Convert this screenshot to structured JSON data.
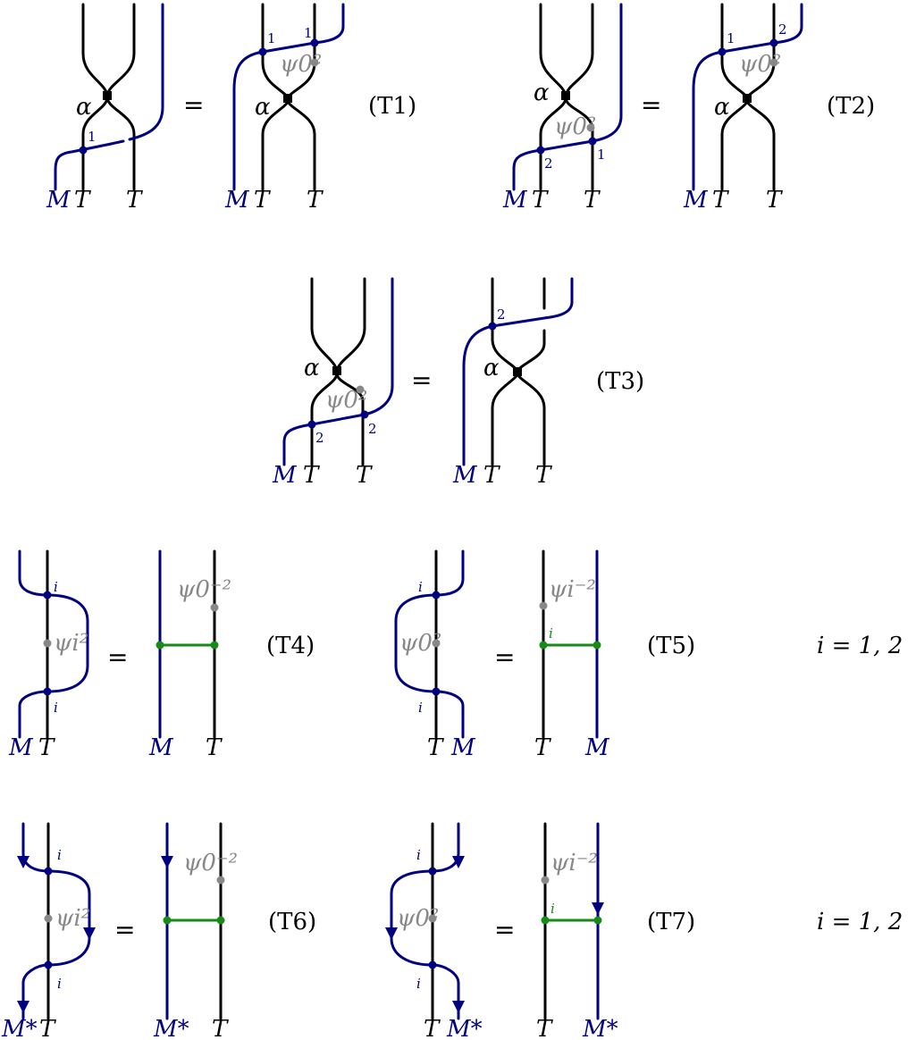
{
  "labels": {
    "M": "M",
    "T": "T",
    "Mstar": "M*",
    "alpha": "α",
    "psi0sq": "ψ0²",
    "psiisq": "ψi²",
    "psi0inv": "ψ0⁻²",
    "psiiinv": "ψi⁻²",
    "one": "1",
    "two": "2",
    "i": "i"
  },
  "equals": "=",
  "tags": {
    "T1": "(T1)",
    "T2": "(T2)",
    "T3": "(T3)",
    "T4": "(T4)",
    "T5": "(T5)",
    "T6": "(T6)",
    "T7": "(T7)"
  },
  "conditions": {
    "row3": "i = 1, 2",
    "row4": "i = 1, 2"
  },
  "colors": {
    "module": "#000080",
    "strand": "#000000",
    "psi_dot": "#888888",
    "green_edge": "#178a17"
  }
}
